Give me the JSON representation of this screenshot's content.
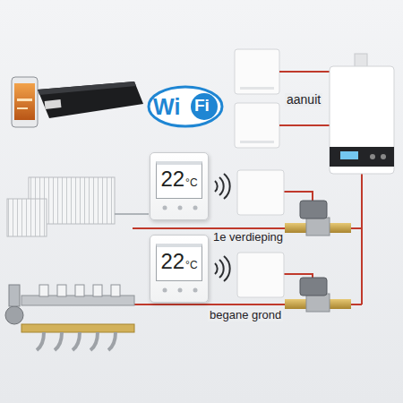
{
  "diagram": {
    "nodes": [
      {
        "text": [
          "22",
          "°C"
        ]
      },
      {
        "text": [
          "22",
          "°C"
        ]
      }
    ],
    "labels": [
      "aanuit",
      "Wi",
      "Fi",
      "1e verdieping",
      "begane grond"
    ]
  }
}
